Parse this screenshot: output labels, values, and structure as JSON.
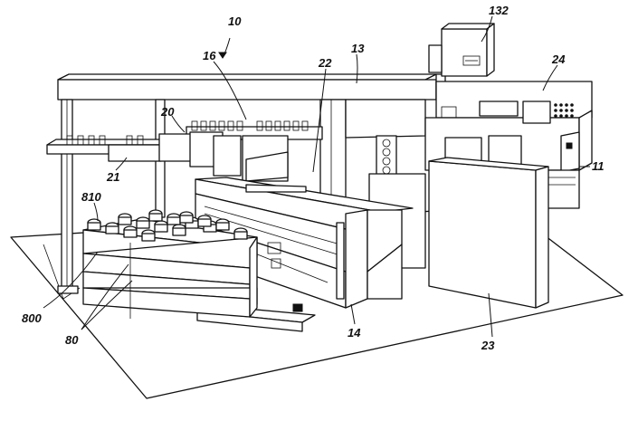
{
  "reference_numerals": [
    {
      "id": "n10",
      "text": "10"
    },
    {
      "id": "n132",
      "text": "132"
    },
    {
      "id": "n16",
      "text": "16"
    },
    {
      "id": "n22",
      "text": "22"
    },
    {
      "id": "n13",
      "text": "13"
    },
    {
      "id": "n24",
      "text": "24"
    },
    {
      "id": "n20",
      "text": "20"
    },
    {
      "id": "n21",
      "text": "21"
    },
    {
      "id": "n11",
      "text": "11"
    },
    {
      "id": "n810",
      "text": "810"
    },
    {
      "id": "n800",
      "text": "800"
    },
    {
      "id": "n80",
      "text": "80"
    },
    {
      "id": "n14",
      "text": "14"
    },
    {
      "id": "n23",
      "text": "23"
    }
  ]
}
